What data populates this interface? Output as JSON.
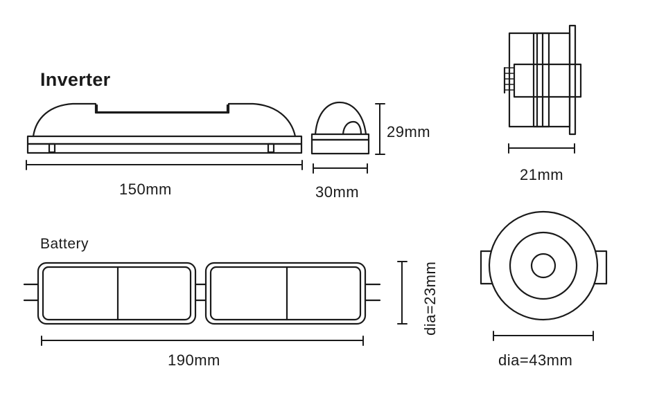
{
  "labels": {
    "inverter_title": "Inverter",
    "battery_title": "Battery",
    "inverter_length": "150mm",
    "inverter_width": "30mm",
    "inverter_height": "29mm",
    "mount_depth": "21mm",
    "battery_length": "190mm",
    "battery_diameter": "dia=23mm",
    "mount_diameter": "dia=43mm"
  },
  "colors": {
    "stroke": "#1a1a1a",
    "background": "#ffffff"
  }
}
